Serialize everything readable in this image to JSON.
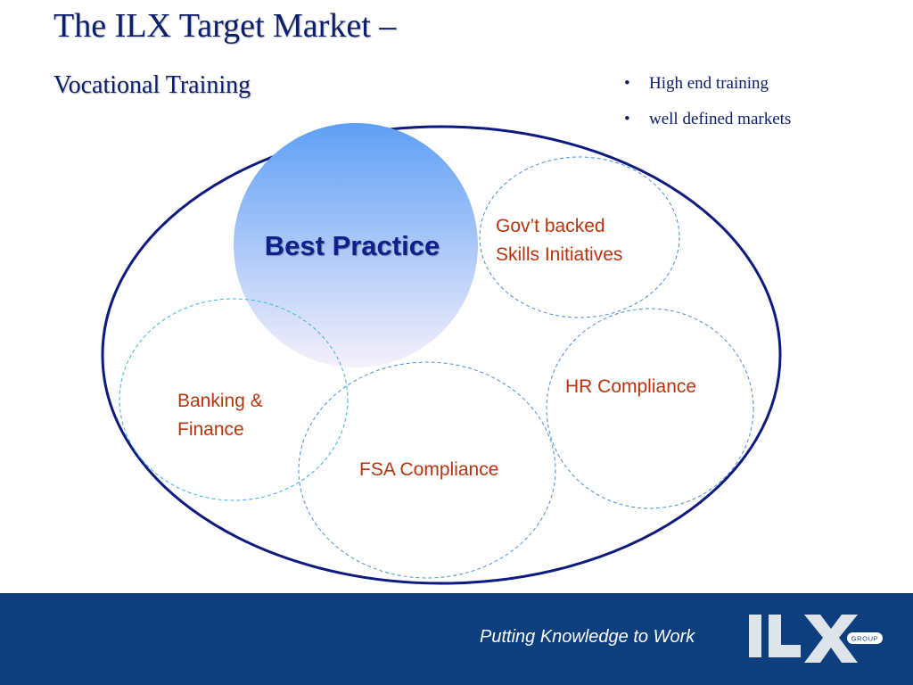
{
  "slide": {
    "title": "The ILX Target Market –",
    "subtitle": "Vocational Training"
  },
  "bullets": [
    {
      "marker": "•",
      "text": "High end training"
    },
    {
      "marker": "•",
      "text": "well defined markets"
    }
  ],
  "diagram": {
    "best_practice": "Best Practice",
    "govt_line1": "Gov’t backed",
    "govt_line2": "Skills Initiatives",
    "hr": "HR Compliance",
    "banking_line1": "Banking &",
    "banking_line2": "Finance",
    "fsa": "FSA Compliance"
  },
  "footer": {
    "tagline": "Putting Knowledge to Work",
    "logo_text": "ILX",
    "logo_badge": "GROUP"
  },
  "colors": {
    "title": "#0b1e6b",
    "label": "#b8340f",
    "footer_bg": "#0d3f7f",
    "outer_ellipse": "#0d1a80",
    "dashed_circle": "#4a8fd6"
  }
}
